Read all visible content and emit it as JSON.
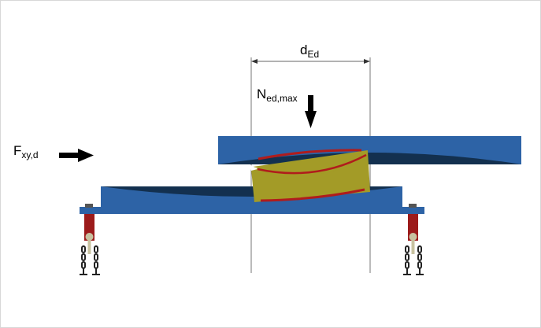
{
  "labels": {
    "displacement": {
      "main": "d",
      "sub": "Ed"
    },
    "vertical_load": {
      "main": "N",
      "sub": "ed,max"
    },
    "horizontal_force": {
      "main": "F",
      "sub": "xy,d"
    }
  },
  "colors": {
    "plate": "#2d63a6",
    "plate_dark": "#0f2a4a",
    "block": "#a39b27",
    "liner": "#b01c1c",
    "anchor": "#9c1b1b"
  }
}
